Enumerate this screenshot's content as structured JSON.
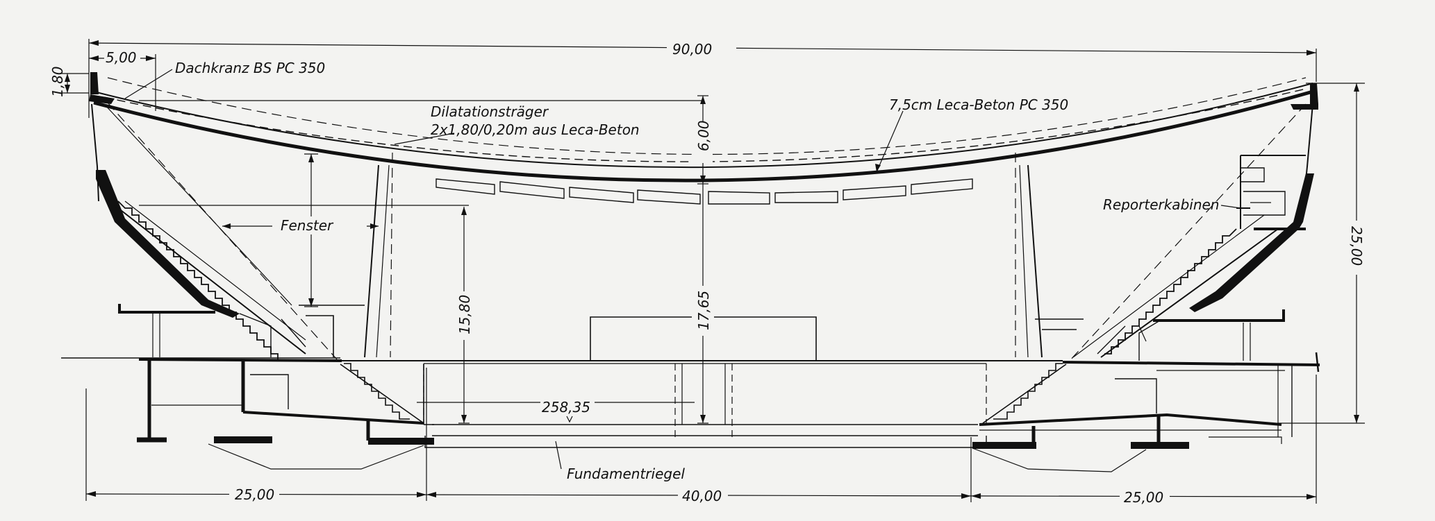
{
  "colors": {
    "paper": "#f3f3f1",
    "ink": "#111111",
    "heavy": "#1a1a1a"
  },
  "dimensions": {
    "overall_width": "90,00",
    "roof_edge": "5,00",
    "roof_depth": "1,80",
    "girder_height": "6,00",
    "window_height": "15,80",
    "clear_height": "17,65",
    "total_height": "25,00",
    "floor_level": "258,35",
    "left_span": "25,00",
    "mid_span": "40,00",
    "right_span": "25,00"
  },
  "labels": {
    "roof_rim": "Dachkranz  BS  PC 350",
    "girder_line1": "Dilatationsträger",
    "girder_line2": "2x1,80/0,20m  aus  Leca-Beton",
    "leca_concrete": "7,5cm  Leca-Beton  PC 350",
    "window": "Fenster",
    "reporter_cabins": "Reporterkabinen",
    "foundation_beam": "Fundamentriegel"
  }
}
